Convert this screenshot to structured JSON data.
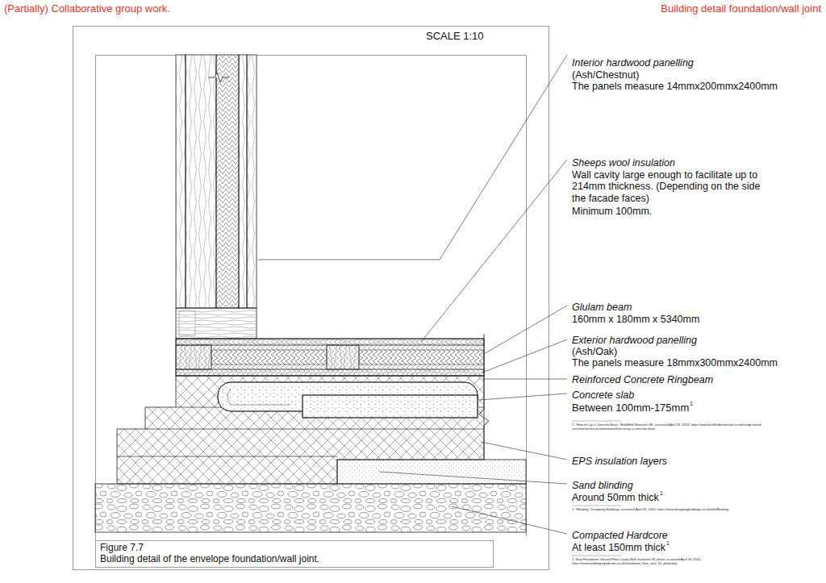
{
  "diagram": {
    "title": "Building detail foundation/wall joint",
    "nodes": [
      {
        "text": [
          "Figure 7.7",
          "Building detail of the envelope foundation/wall joint."
        ]
      }
    ],
    "labels": [
      "(Partially) Collaborative group work.",
      "SCALE 1:10",
      "Interior hardwood panelling",
      "(Ash/Chestnut)",
      "The panels measure 14mmx200mmx2400mm",
      "Sheeps wool insulation",
      "Wall cavity large enough to facilitate up to 214mm thickness. (Depending on the side the facade faces)",
      "Minimum 100mm.",
      "Glulam beam",
      "160mm x 180mm x 5340mm",
      "Exterior hardwood panelling",
      "(Ash/Oak)",
      "The panels measure 18mmx300mmx2400mm",
      "Reinforced Concrete Ringbeam",
      "Concrete slab",
      "Between 100mm-175mm",
      "1",
      "1. “How to Lay a Concrete Base,” BuildHub Materials UK, accessed April 26, 2024, https://www.buildhubmaterials.co.uk/ready-mixed-concrete/technical-information/how-to-lay-a-concrete-base.",
      "EPS insulation layers",
      "Sand blinding",
      "Around 50mm thick",
      "1",
      "1. “Blinding,” Designing Buildings, accessed April 26, 2024, https://www.designingbuildings.co.uk/wiki/Blinding.",
      "Compacted Hardcore",
      "At least 150mm thick",
      "1",
      "1. Strip Foundation Ground Floor Cavity Wall Insulation 3D detail, accessed April 26, 2024, https://www.buildingregsdetails.co.uk/foundation_floor_wall_16_detail.php."
    ]
  }
}
